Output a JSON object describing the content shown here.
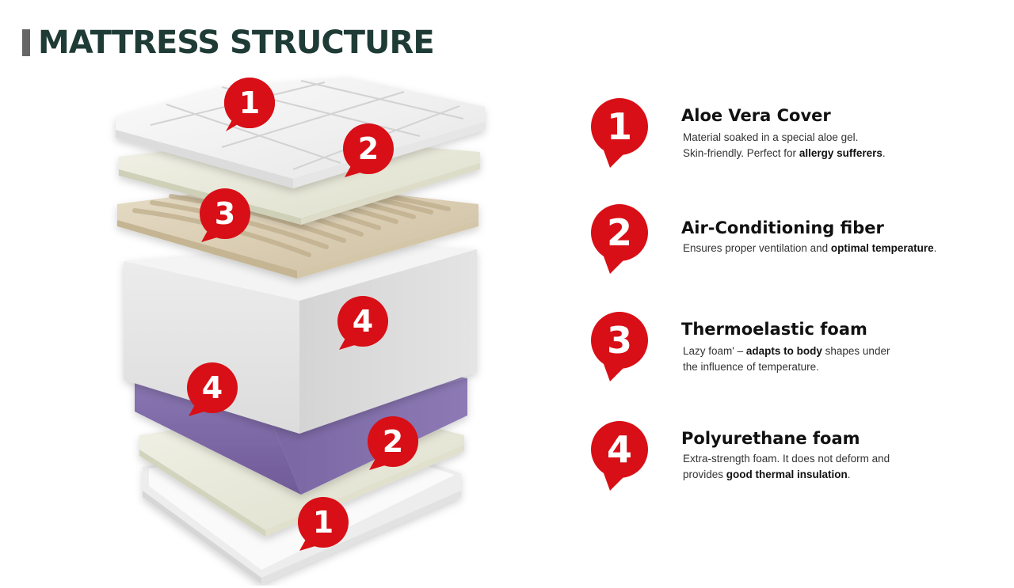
{
  "title": "MATTRESS STRUCTURE",
  "colors": {
    "title": "#1f3b36",
    "pin": "#d80f16",
    "purple_layer": "#7f6aa8",
    "beige_layer": "#d8ccb4"
  },
  "layer_markers": [
    "1",
    "2",
    "3",
    "4",
    "4",
    "2",
    "1"
  ],
  "legend": [
    {
      "number": "1",
      "name": "Aloe Vera Cover",
      "line1": "Material soaked in a special aloe gel.",
      "line2_pre": "Skin-friendly. Perfect for ",
      "line2_bold": "allergy sufferers",
      "line2_post": "."
    },
    {
      "number": "2",
      "name": "Air-Conditioning fiber",
      "line1_pre": "Ensures proper ventilation and ",
      "line1_bold": "optimal temperature",
      "line1_post": "."
    },
    {
      "number": "3",
      "name": "Thermoelastic foam",
      "line1_pre": "Lazy foam' – ",
      "line1_bold": "adapts to body",
      "line1_post": " shapes under",
      "line2": "the influence of temperature."
    },
    {
      "number": "4",
      "name": "Polyurethane foam",
      "line1": "Extra-strength foam. It does not deform and",
      "line2_pre": "provides ",
      "line2_bold": "good thermal insulation",
      "line2_post": "."
    }
  ]
}
